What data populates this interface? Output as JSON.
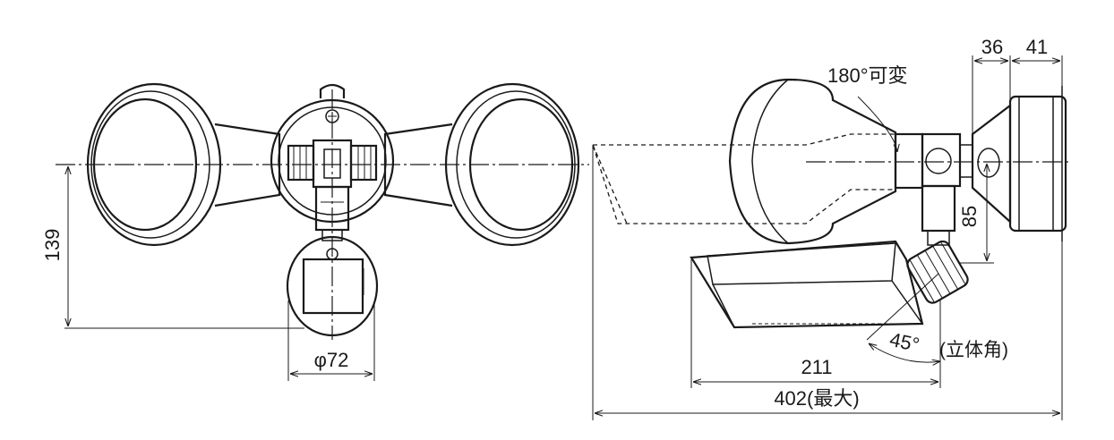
{
  "dimensions": {
    "height_139": "139",
    "diameter_72": "φ72",
    "angle_180": "180°可変",
    "width_36": "36",
    "width_41": "41",
    "height_85": "85",
    "angle_45": "45°",
    "solid_angle_note": "(立体角)",
    "length_211": "211",
    "length_402": "402(最大)"
  }
}
